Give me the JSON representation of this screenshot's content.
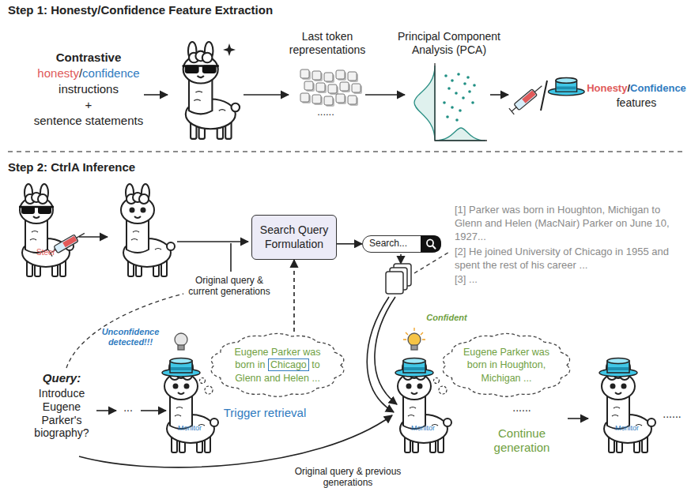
{
  "diagram": {
    "nodes": [
      {
        "text": [
          "Search Query Formulation"
        ]
      },
      {
        "text": [
          "Search..."
        ]
      },
      {
        "text": [
          "Eugene Parker was born in",
          "Chicago",
          "to Glenn and Helen ..."
        ]
      },
      {
        "text": [
          "Eugene Parker was born in Houghton, Michigan ..."
        ]
      }
    ],
    "edges": [
      {
        "from": 0,
        "to": 1,
        "arrow": "to"
      },
      {
        "from": 2,
        "to": 0,
        "arrow": "to"
      }
    ],
    "labels": [
      "Step 1: Honesty/Confidence Feature Extraction",
      "Contrastive",
      "honesty",
      "/",
      "confidence",
      "instructions",
      "+",
      "sentence statements",
      "Last token representations",
      "......",
      "Principal Component Analysis (PCA)",
      "Honesty",
      "/",
      "Confidence",
      "features",
      "Step 2: CtrlA Inference",
      "Steer",
      "[1] Parker was born in Houghton, Michigan to Glenn and Helen (MacNair) Parker on June 10, 1927...",
      "[2] He joined University of Chicago in 1955 and spent the rest of his career ...",
      "[3] ...",
      "Original query & current generations",
      "Unconfidence detected!!!",
      "Trigger retrieval",
      "Query:",
      "Introduce Eugene Parker's biography?",
      "...",
      "Monitor",
      "Confident",
      "Monitor",
      "......",
      "Continue generation",
      "Monitor",
      "......",
      "Original query & previous generations"
    ]
  }
}
